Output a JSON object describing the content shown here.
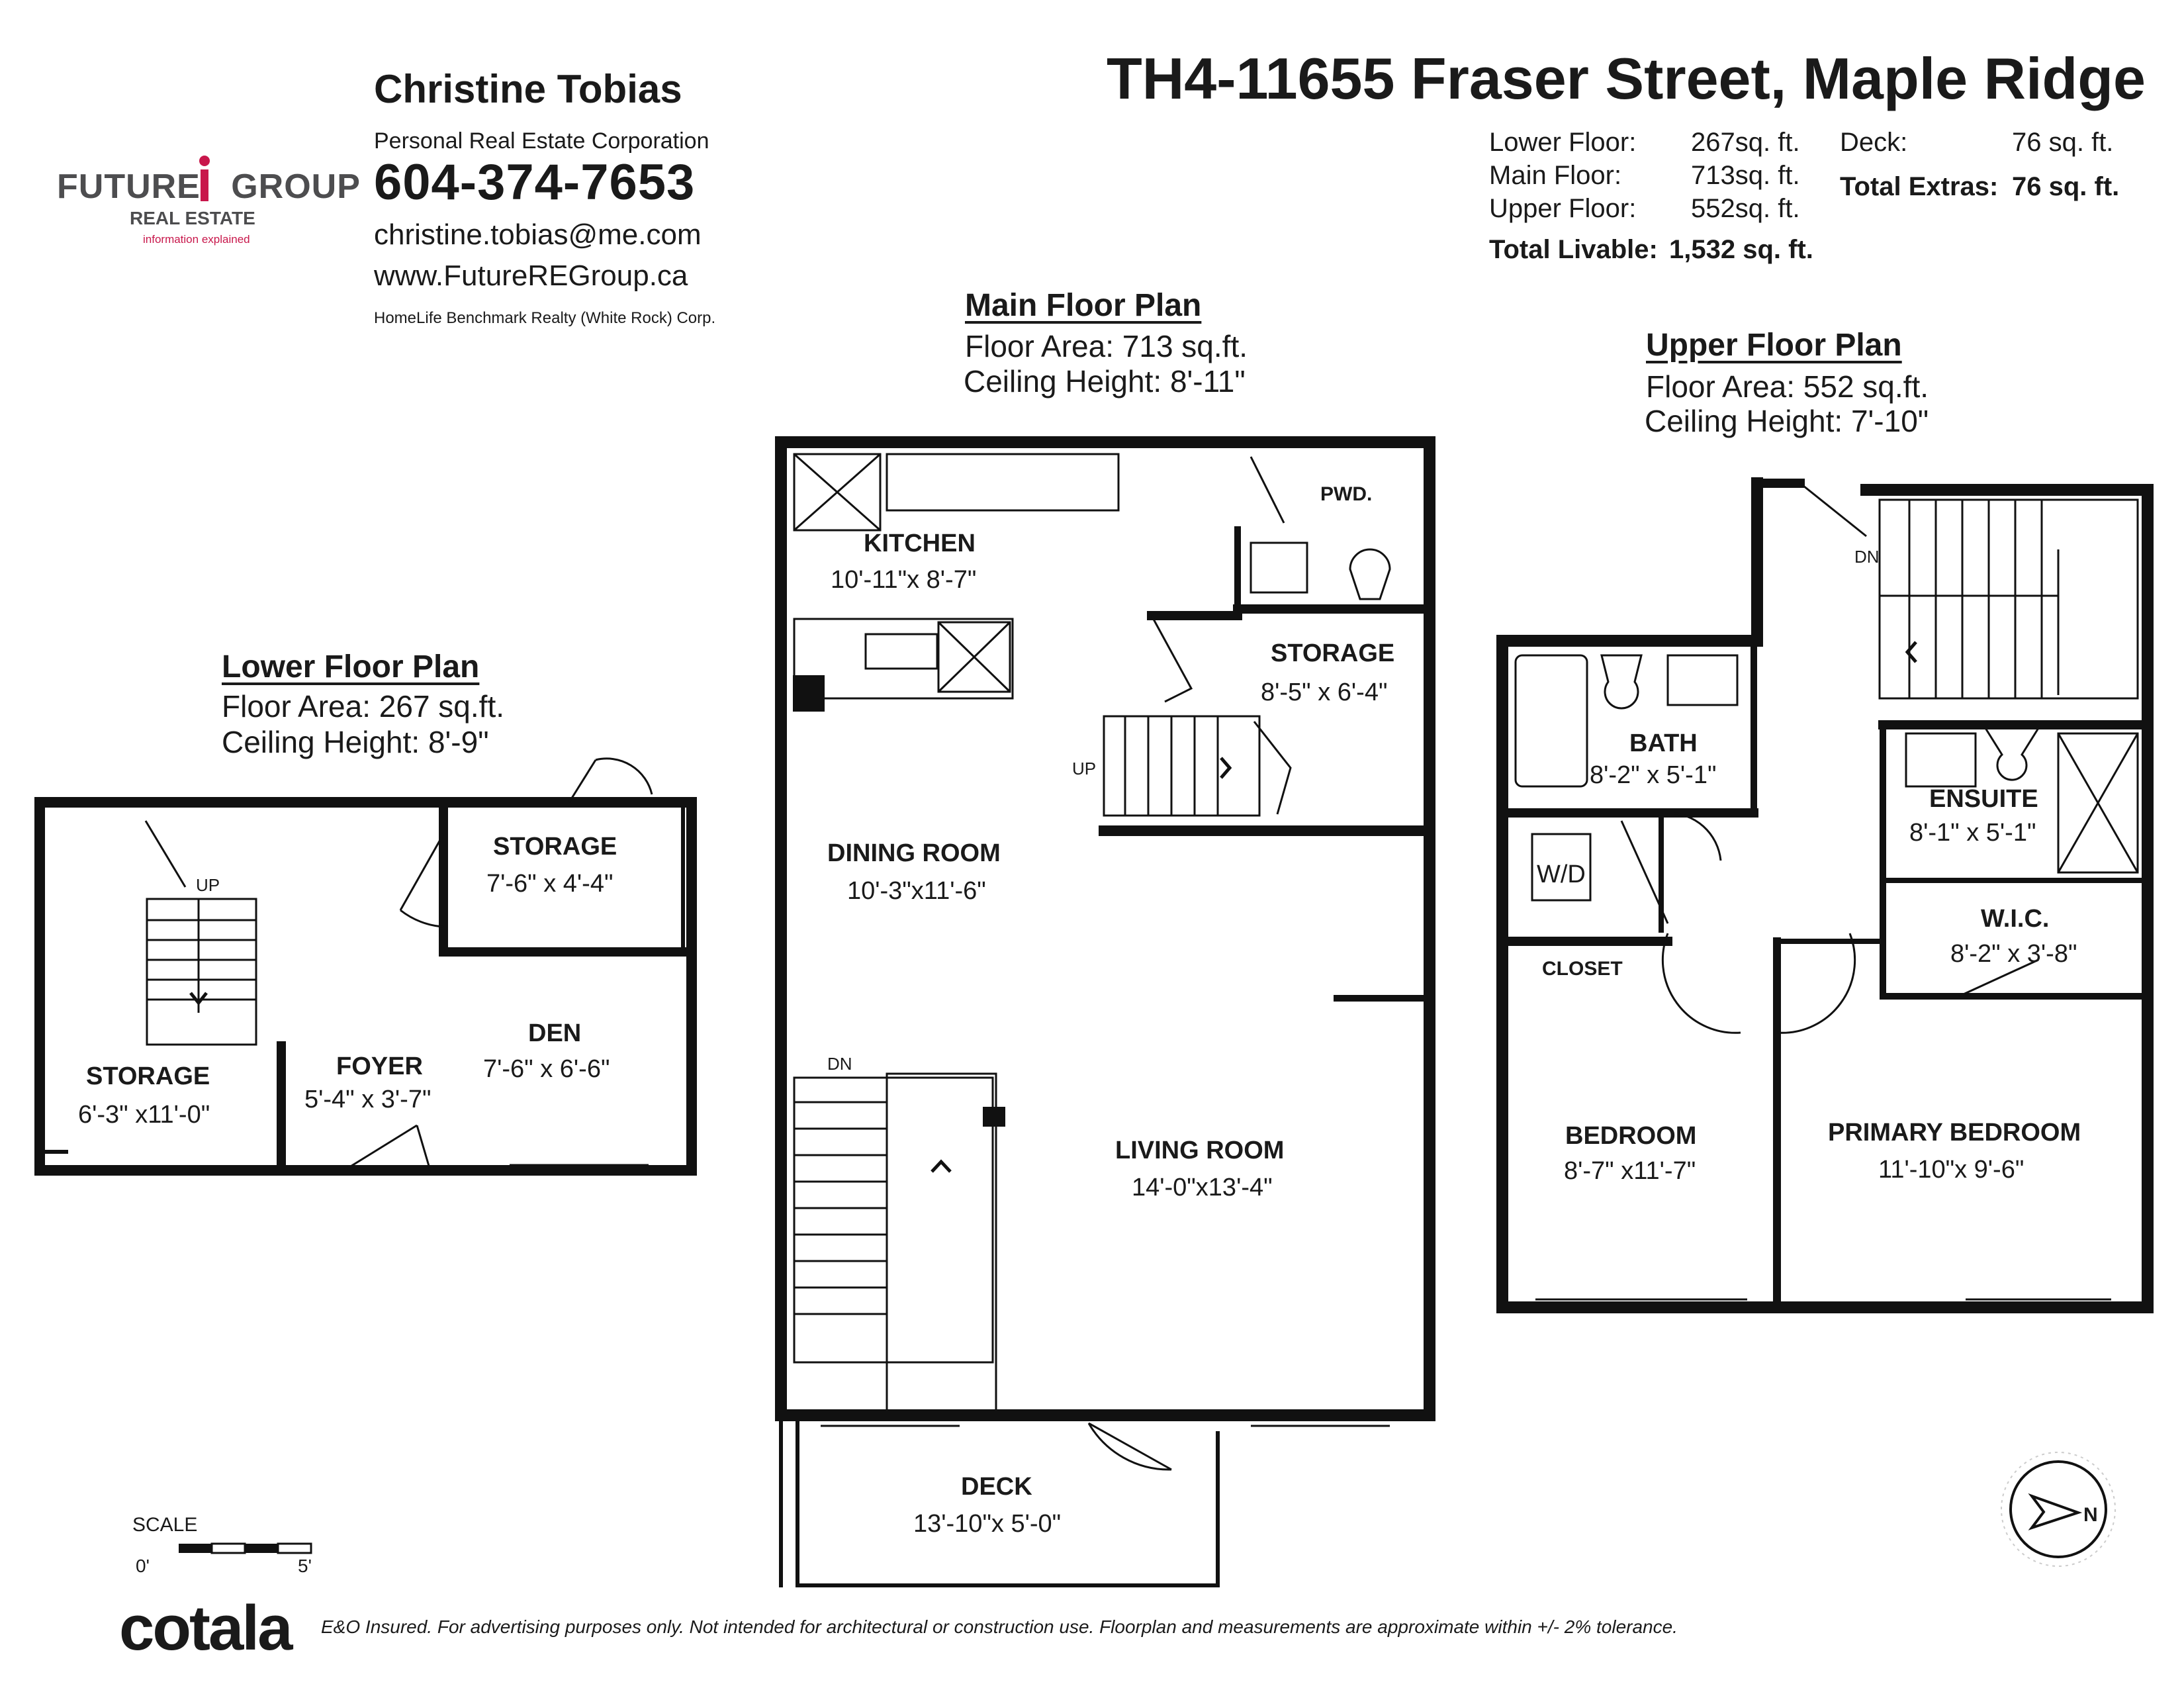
{
  "agent": {
    "name": "Christine Tobias",
    "corporation": "Personal Real Estate Corporation",
    "phone": "604-374-7653",
    "email": "christine.tobias@me.com",
    "website": "www.FutureREGroup.ca",
    "brokerage": "HomeLife Benchmark Realty (White Rock) Corp."
  },
  "logo": {
    "main_left": "FUTURE",
    "main_right": "GROUP",
    "sub": "REAL ESTATE",
    "tagline": "information explained",
    "accent_color": "#c8174b"
  },
  "address": "TH4-11655 Fraser Street, Maple Ridge",
  "areas": {
    "lower_label": "Lower Floor:",
    "lower_value": "267sq. ft.",
    "main_label": "Main Floor:",
    "main_value": "713sq. ft.",
    "upper_label": "Upper Floor:",
    "upper_value": "552sq. ft.",
    "total_label": "Total Livable:",
    "total_value": "1,532 sq. ft.",
    "deck_label": "Deck:",
    "deck_value": "76 sq. ft.",
    "extras_label": "Total Extras:",
    "extras_value": "76 sq. ft."
  },
  "lower": {
    "title": "Lower Floor Plan",
    "area": "Floor Area: 267 sq.ft.",
    "ceiling": "Ceiling Height: 8'-9\"",
    "rooms": [
      {
        "name": "STORAGE",
        "dim": "7'-6\" x 4'-4\""
      },
      {
        "name": "DEN",
        "dim": "7'-6\" x 6'-6\""
      },
      {
        "name": "FOYER",
        "dim": "5'-4\" x 3'-7\""
      },
      {
        "name": "STORAGE",
        "dim": "6'-3\" x11'-0\""
      }
    ],
    "stair_label": "UP"
  },
  "main": {
    "title": "Main Floor Plan",
    "area": "Floor Area: 713 sq.ft.",
    "ceiling": "Ceiling Height: 8'-11\"",
    "rooms": [
      {
        "name": "KITCHEN",
        "dim": "10'-11\"x 8'-7\""
      },
      {
        "name": "PWD.",
        "dim": ""
      },
      {
        "name": "STORAGE",
        "dim": "8'-5\" x 6'-4\""
      },
      {
        "name": "DINING ROOM",
        "dim": "10'-3\"x11'-6\""
      },
      {
        "name": "LIVING ROOM",
        "dim": "14'-0\"x13'-4\""
      },
      {
        "name": "DECK",
        "dim": "13'-10\"x 5'-0\""
      }
    ],
    "stair_up": "UP",
    "stair_down": "DN"
  },
  "upper": {
    "title": "Upper Floor Plan",
    "area": "Floor Area: 552 sq.ft.",
    "ceiling": "Ceiling Height: 7'-10\"",
    "rooms": [
      {
        "name": "BATH",
        "dim": "8'-2\" x 5'-1\""
      },
      {
        "name": "ENSUITE",
        "dim": "8'-1\" x 5'-1\""
      },
      {
        "name": "W.I.C.",
        "dim": "8'-2\" x 3'-8\""
      },
      {
        "name": "CLOSET",
        "dim": ""
      },
      {
        "name": "BEDROOM",
        "dim": "8'-7\" x11'-7\""
      },
      {
        "name": "PRIMARY BEDROOM",
        "dim": "11'-10\"x 9'-6\""
      }
    ],
    "wd_label": "W/D",
    "stair_down": "DN"
  },
  "scale": {
    "label": "SCALE",
    "zero": "0'",
    "five": "5'"
  },
  "compass": {
    "label": "N"
  },
  "brand": "cotala",
  "disclaimer": "E&O Insured. For advertising purposes only. Not intended for architectural or construction use. Floorplan and measurements are approximate within +/- 2% tolerance."
}
